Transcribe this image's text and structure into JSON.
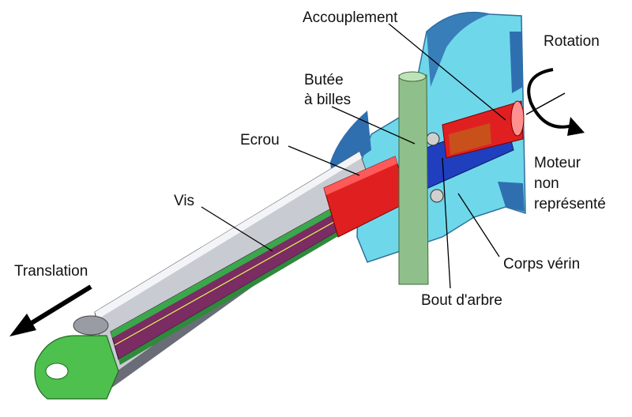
{
  "labels": {
    "accouplement": "Accouplement",
    "rotation": "Rotation",
    "butee_line1": "Butée",
    "butee_line2": "à billes",
    "ecrou": "Ecrou",
    "moteur_line1": "Moteur",
    "moteur_line2": "non",
    "moteur_line3": "représenté",
    "vis": "Vis",
    "translation": "Translation",
    "corps_verin": "Corps vérin",
    "bout_arbre": "Bout d'arbre"
  },
  "colors": {
    "corps": "#6fd7ea",
    "corps_dark": "#2f6fb0",
    "tube": "#c9cbd2",
    "screw": "#7a2c63",
    "thread": "#3aa84a",
    "nut": "#e02020",
    "shaft": "#1f3fbf",
    "coupling": "#c8501a",
    "end_piece": "#4ec04e",
    "pin": "#8fbf8a"
  }
}
